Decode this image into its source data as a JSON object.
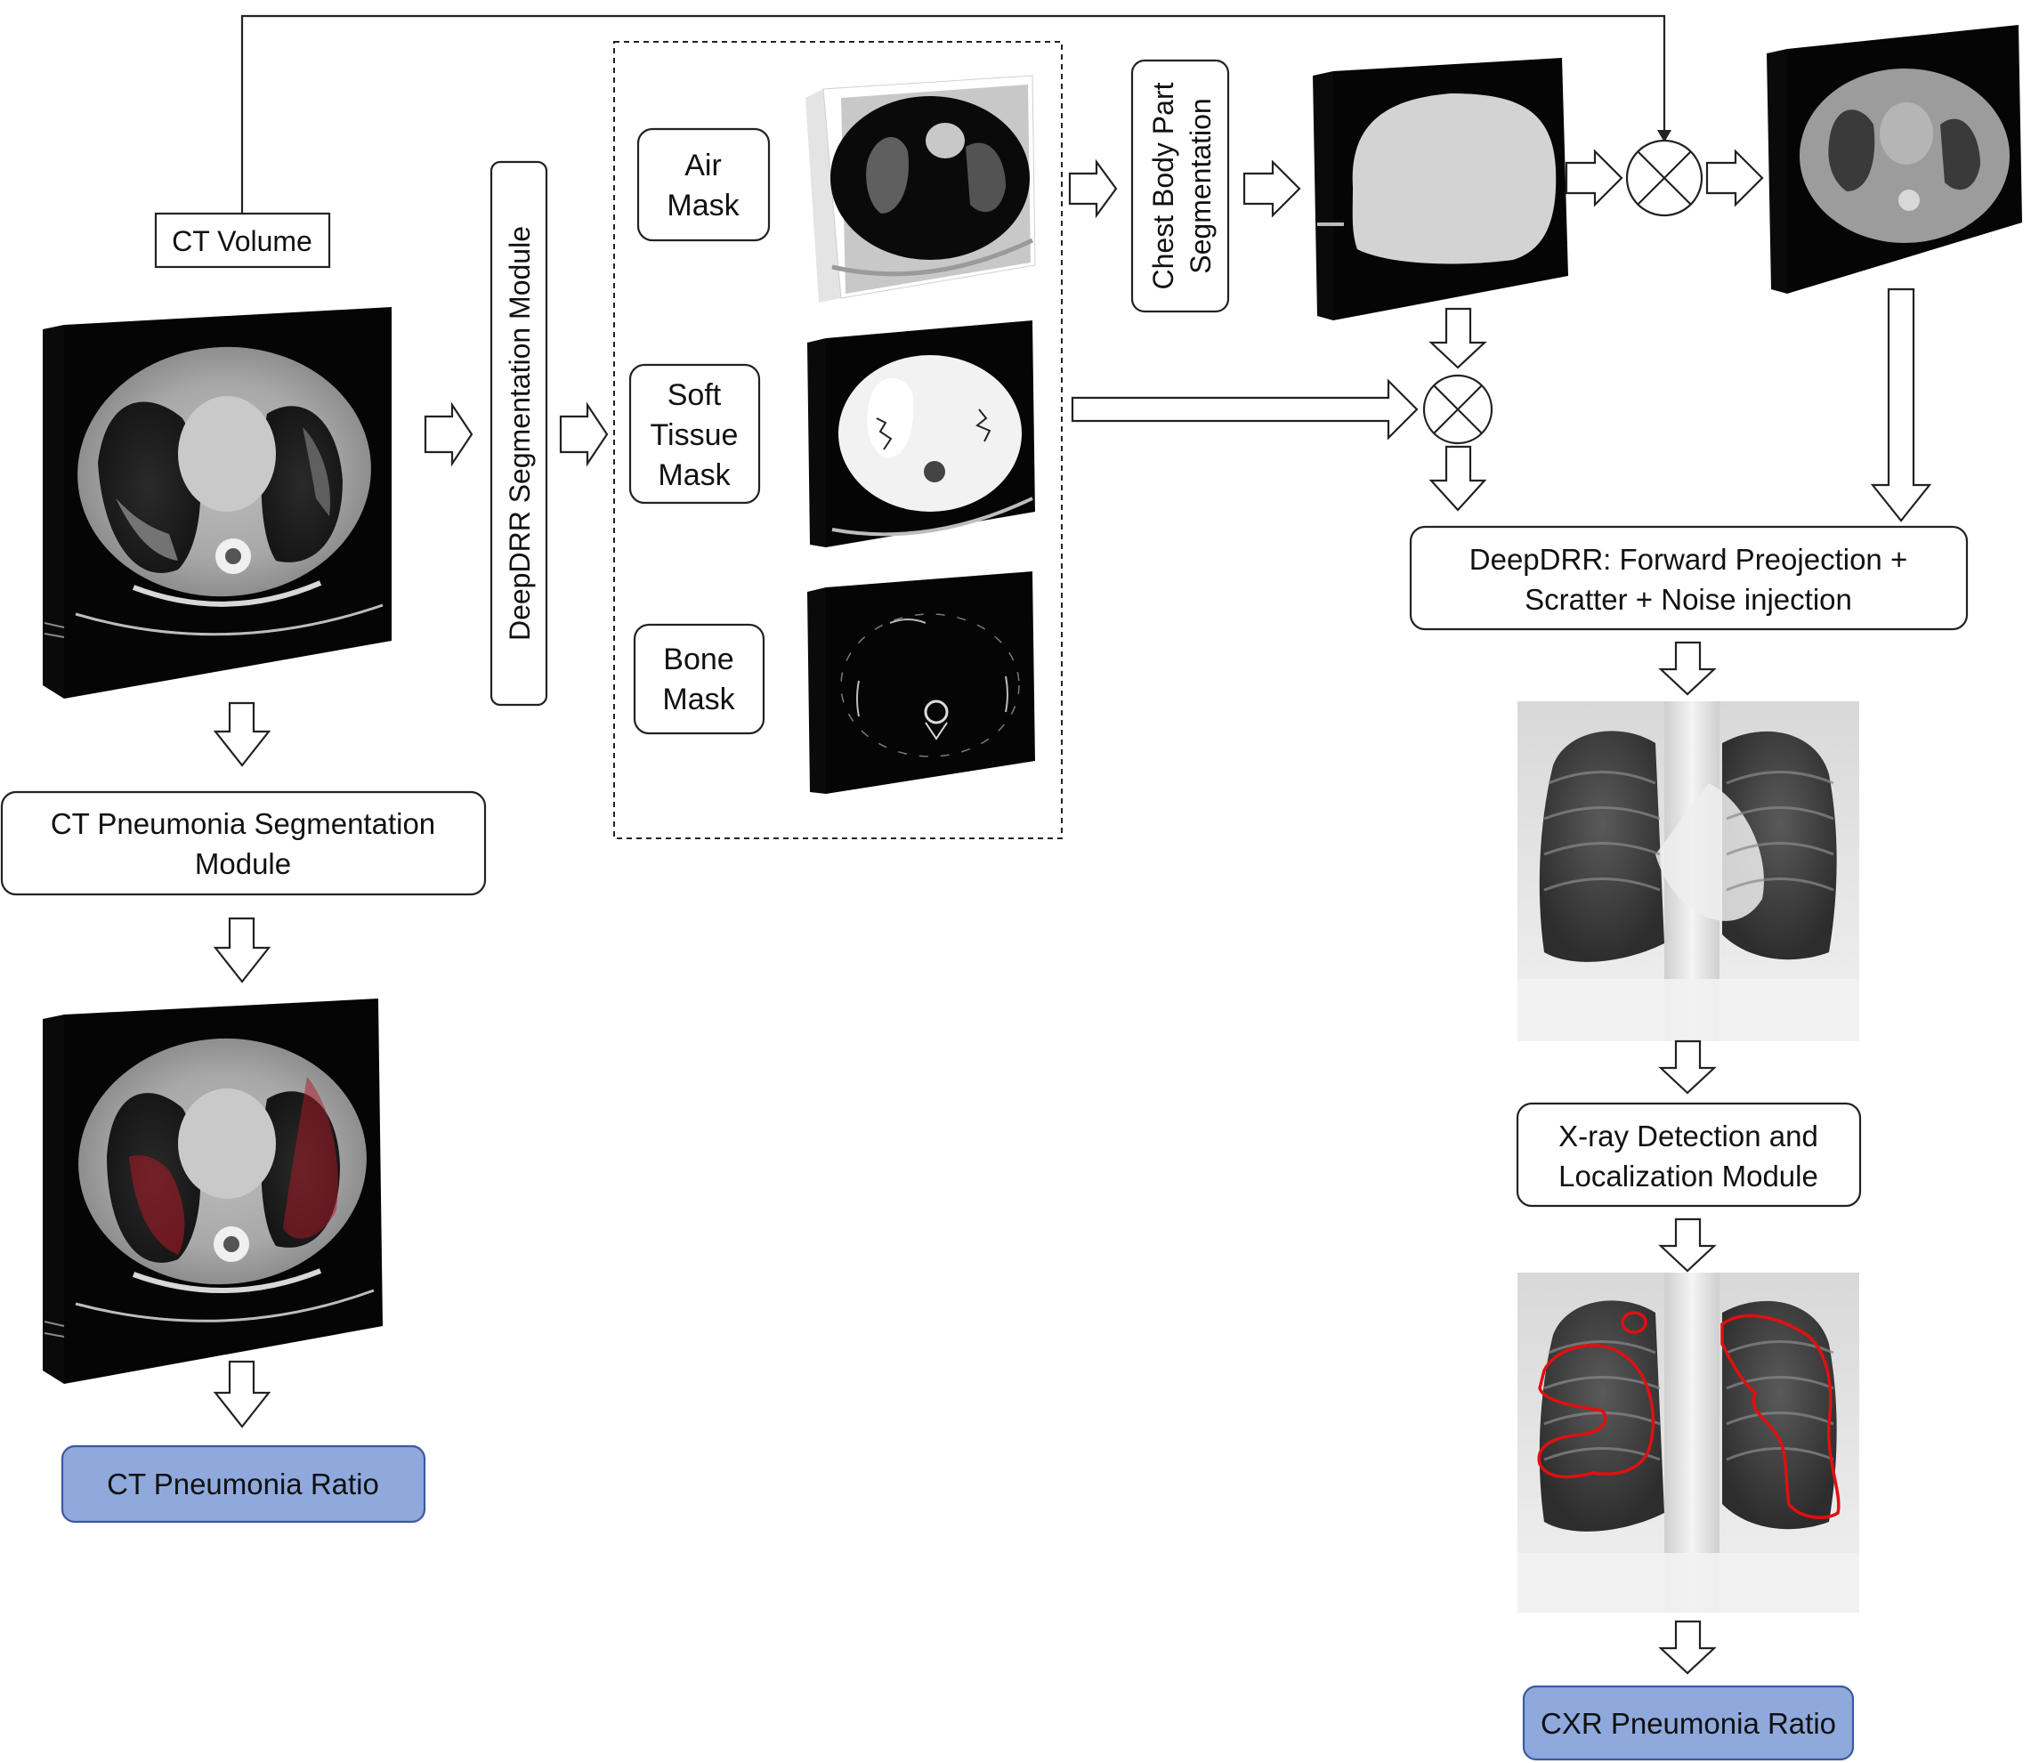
{
  "nodes": {
    "ct_volume": "CT Volume",
    "deepdrr_seg": "DeepDRR Segmentation Module",
    "air_mask": [
      "Air",
      "Mask"
    ],
    "soft_tissue_mask": [
      "Soft",
      "Tissue",
      "Mask"
    ],
    "bone_mask": [
      "Bone",
      "Mask"
    ],
    "chest_body_part": [
      "Chest Body Part",
      "Segmentation"
    ],
    "deepdrr_forward": [
      "DeepDRR: Forward Preojection +",
      "Scratter + Noise injection"
    ],
    "xray_detection": [
      "X-ray Detection and",
      "Localization Module"
    ],
    "ct_pneumonia_seg": [
      "CT Pneumonia Segmentation",
      "Module"
    ],
    "ct_pneumonia_ratio": "CT Pneumonia Ratio",
    "cxr_pneumonia_ratio": "CXR Pneumonia Ratio"
  },
  "colors": {
    "ratio_box_fill": "#8fa9dd",
    "ratio_box_stroke": "#3c5aa0",
    "pneumonia_overlay": "#b01a2a",
    "detection_contour": "#e01010"
  }
}
